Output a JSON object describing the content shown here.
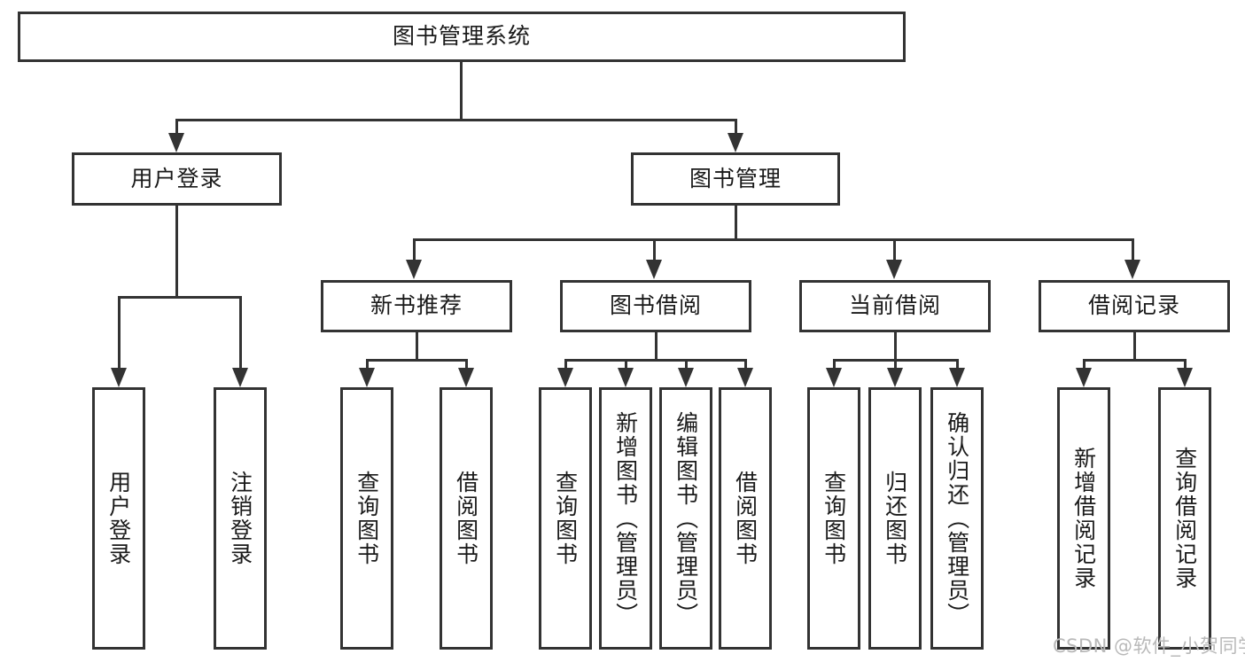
{
  "diagram": {
    "title": "图书管理系统",
    "type": "tree-hierarchy-chart",
    "root": {
      "id": "root",
      "label": "图书管理系统"
    },
    "level2": [
      {
        "id": "user-login",
        "label": "用户登录"
      },
      {
        "id": "book-management",
        "label": "图书管理"
      }
    ],
    "level3": [
      {
        "id": "new-book-recommend",
        "label": "新书推荐",
        "parent": "book-management"
      },
      {
        "id": "book-borrow",
        "label": "图书借阅",
        "parent": "book-management"
      },
      {
        "id": "current-borrow",
        "label": "当前借阅",
        "parent": "book-management"
      },
      {
        "id": "borrow-record",
        "label": "借阅记录",
        "parent": "book-management"
      }
    ],
    "leaves": {
      "user-login": [
        {
          "id": "leaf-user-login",
          "label": "用户登录"
        },
        {
          "id": "leaf-user-logout",
          "label": "注销登录"
        }
      ],
      "new-book-recommend": [
        {
          "id": "leaf-query-book-1",
          "label": "查询图书"
        },
        {
          "id": "leaf-borrow-book-1",
          "label": "借阅图书"
        }
      ],
      "book-borrow": [
        {
          "id": "leaf-query-book-2",
          "label": "查询图书"
        },
        {
          "id": "leaf-add-book",
          "label": "新增图书（管理员）"
        },
        {
          "id": "leaf-edit-book",
          "label": "编辑图书（管理员）"
        },
        {
          "id": "leaf-borrow-book-2",
          "label": "借阅图书"
        }
      ],
      "current-borrow": [
        {
          "id": "leaf-query-book-3",
          "label": "查询图书"
        },
        {
          "id": "leaf-return-book",
          "label": "归还图书"
        },
        {
          "id": "leaf-confirm-return",
          "label": "确认归还（管理员）"
        }
      ],
      "borrow-record": [
        {
          "id": "leaf-add-record",
          "label": "新增借阅记录"
        },
        {
          "id": "leaf-query-record",
          "label": "查询借阅记录"
        }
      ]
    }
  },
  "watermark": {
    "text": "CSDN @软件_小贺同学"
  },
  "colors": {
    "stroke": "#333333",
    "background": "#ffffff",
    "text": "#1a1a1a",
    "watermark": "#b9b9b9"
  }
}
